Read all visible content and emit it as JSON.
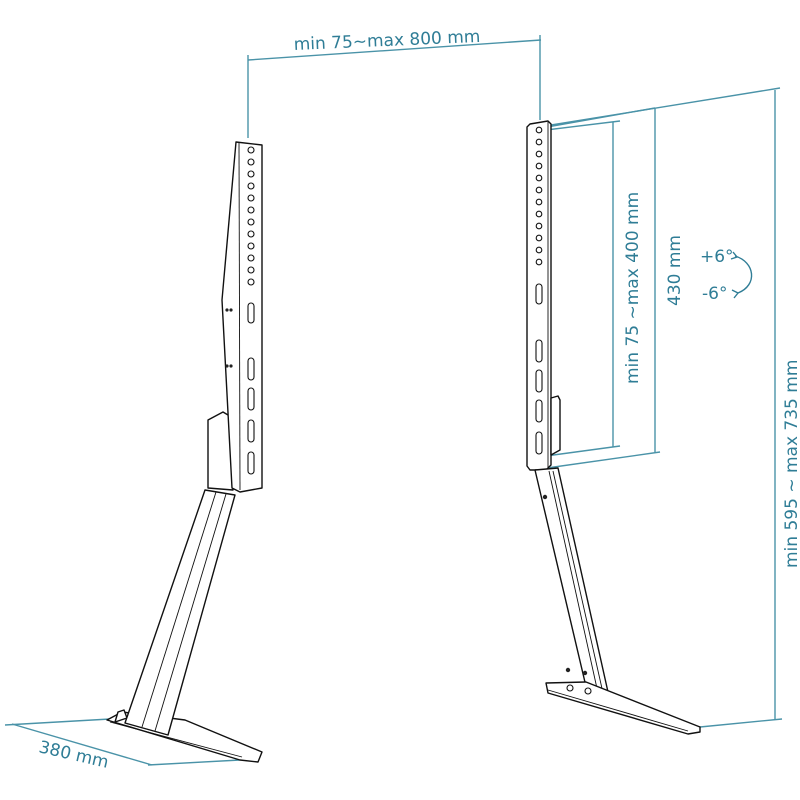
{
  "diagram": {
    "subject": "TV stand legs with VESA mounting brackets",
    "colors": {
      "dimension": "#4a93a8",
      "dimension_text": "#2f7d96",
      "outline": "#111111",
      "background": "#ffffff"
    },
    "dimensions": {
      "width": "min 75~max 800 mm",
      "vesa_height": "min 75 ~max 400 mm",
      "bracket_height": "430 mm",
      "tilt_up": "+6°",
      "tilt_down": "-6°",
      "total_height": "min 595 ~ max 735 mm",
      "base_depth": "380 mm"
    },
    "components": [
      {
        "name": "Left bracket",
        "holes": 12,
        "slots": 5
      },
      {
        "name": "Right bracket",
        "holes": 12,
        "slots": 5
      }
    ]
  }
}
